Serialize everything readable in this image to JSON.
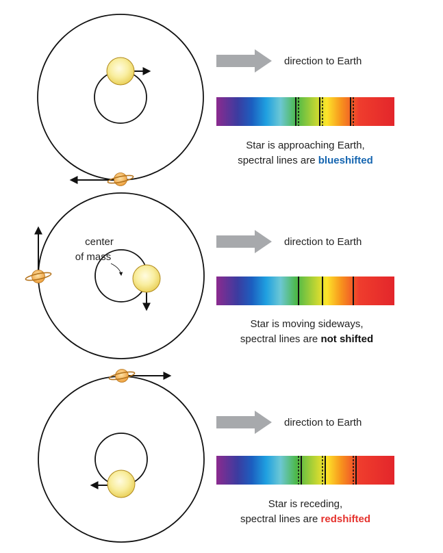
{
  "colors": {
    "blueshift_word": "#1565b0",
    "redshift_word": "#e5322d",
    "arrow_gray": "#a7a9ac",
    "star_fill": "#f9eea0",
    "planet_fill": "#f6c46a",
    "spectral_line": "#111111"
  },
  "panels": [
    {
      "direction_label": "direction to Earth",
      "caption_line1": "Star is approaching Earth,",
      "caption_line2_prefix": "spectral lines are ",
      "caption_line2_emphasis": "blueshifted",
      "shift": "blueshifted"
    },
    {
      "direction_label": "direction to Earth",
      "caption_line1": "Star is moving sideways,",
      "caption_line2_prefix": "spectral lines are ",
      "caption_line2_emphasis": "not shifted",
      "shift": "not shifted",
      "center_of_mass_line1": "center",
      "center_of_mass_line2": "of mass"
    },
    {
      "direction_label": "direction to Earth",
      "caption_line1": "Star is receding,",
      "caption_line2_prefix": "spectral lines are ",
      "caption_line2_emphasis": "redshifted",
      "shift": "redshifted"
    }
  ]
}
